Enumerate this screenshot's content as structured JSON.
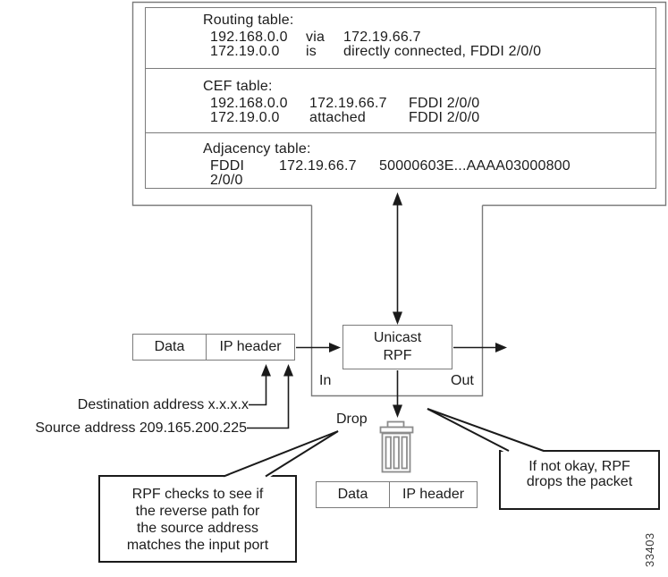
{
  "diagram": {
    "routing_table": {
      "title": "Routing table:",
      "rows": [
        [
          "192.168.0.0",
          "via",
          "172.19.66.7"
        ],
        [
          "172.19.0.0",
          "is",
          "directly connected, FDDI 2/0/0"
        ]
      ]
    },
    "cef_table": {
      "title": "CEF table:",
      "rows": [
        [
          "192.168.0.0",
          "172.19.66.7",
          "FDDI 2/0/0"
        ],
        [
          "172.19.0.0",
          "attached",
          "FDDI 2/0/0"
        ]
      ]
    },
    "adjacency_table": {
      "title": "Adjacency table:",
      "rows": [
        [
          "FDDI 2/0/0",
          "172.19.66.7",
          "50000603E...AAAA03000800"
        ]
      ]
    },
    "incoming_packet": {
      "cell1": "Data",
      "cell2": "IP header"
    },
    "dropped_packet": {
      "cell1": "Data",
      "cell2": "IP header"
    },
    "rpf": {
      "line1": "Unicast",
      "line2": "RPF"
    },
    "labels": {
      "in": "In",
      "out": "Out",
      "drop": "Drop",
      "destination": "Destination address x.x.x.x",
      "source": "Source address 209.165.200.225"
    },
    "callout_left": {
      "line1": "RPF checks to see if",
      "line2": "the reverse path for",
      "line3": "the source address",
      "line4": "matches the input port"
    },
    "callout_right": {
      "line1": "If not okay, RPF",
      "line2": "drops the packet"
    },
    "figure_id": "33403"
  },
  "colors": {
    "box_border": "#7b7b7b",
    "line": "#1a1a1a",
    "trash": "#8c8c8c",
    "text": "#1c1c1c",
    "background": "#ffffff"
  }
}
